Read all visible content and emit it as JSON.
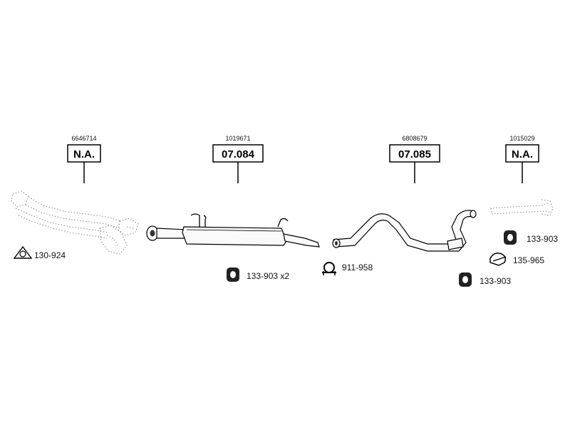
{
  "parts": [
    {
      "ref": "6646714",
      "label": "N.A.",
      "available": false
    },
    {
      "ref": "1019671",
      "label": "07.084",
      "available": true
    },
    {
      "ref": "6808679",
      "label": "07.085",
      "available": true
    },
    {
      "ref": "1015029",
      "label": "N.A.",
      "available": false
    }
  ],
  "accessories": {
    "gasket": "130-924",
    "hanger_x2": "133-903 x2",
    "clamp": "911-958",
    "hanger_a": "133-903",
    "clip": "135-965",
    "hanger_b": "133-903"
  },
  "icons": [
    "gasket-icon",
    "rubber-hanger-icon",
    "u-clamp-icon",
    "spring-clip-icon"
  ]
}
